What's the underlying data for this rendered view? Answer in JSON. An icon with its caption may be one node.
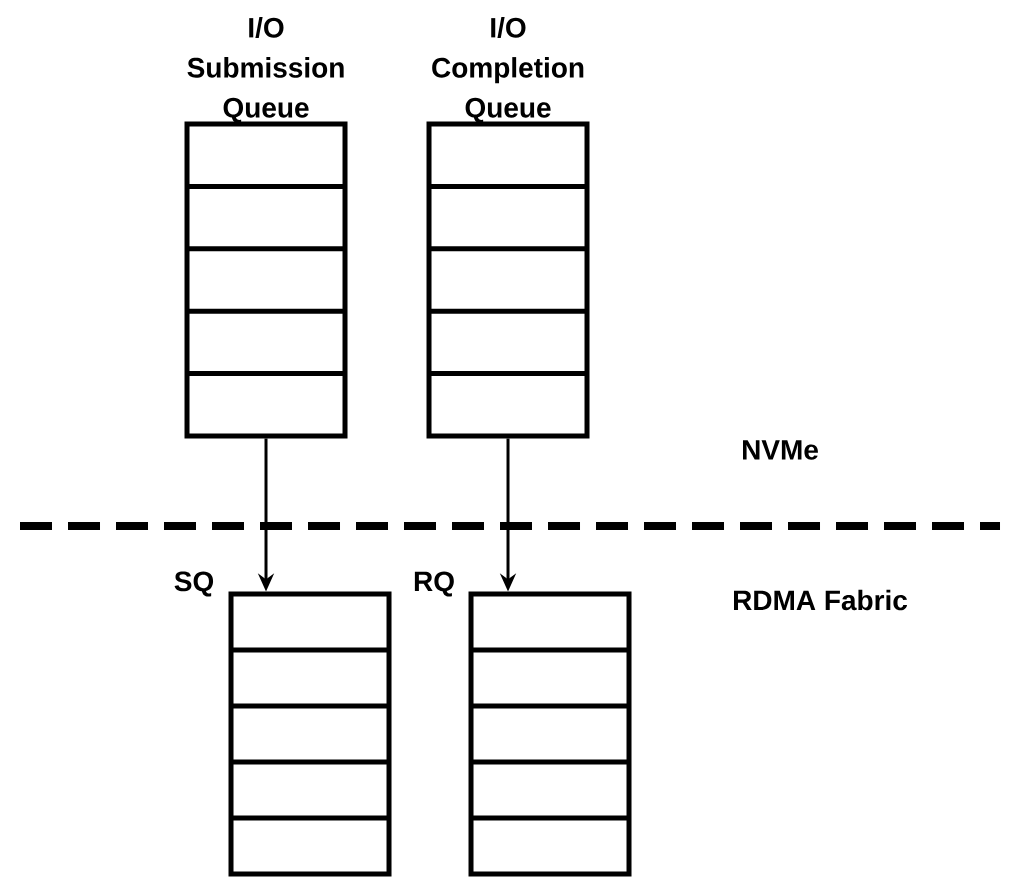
{
  "diagram": {
    "nodes": [
      {
        "text": [
          "I/O Submission Queue"
        ]
      },
      {
        "text": [
          "I/O Completion Queue"
        ]
      },
      {
        "text": [
          "SQ"
        ]
      },
      {
        "text": [
          "RQ"
        ]
      }
    ],
    "edges": [
      {
        "from": 0,
        "to": 2,
        "arrow": "to"
      },
      {
        "from": 1,
        "to": 3,
        "arrow": "to"
      }
    ],
    "labels": [
      "NVMe",
      "RDMA Fabric"
    ]
  }
}
